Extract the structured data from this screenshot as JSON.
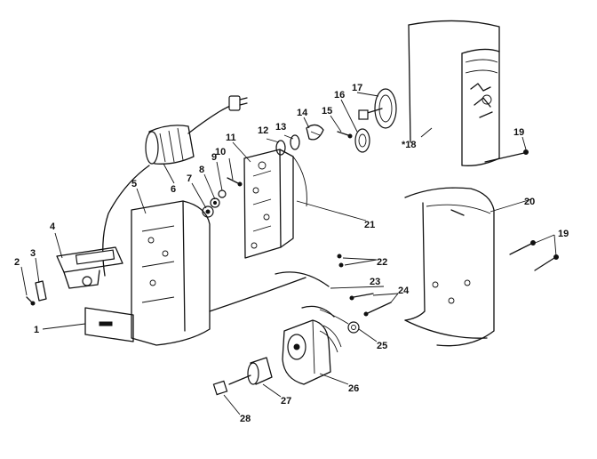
{
  "callouts": [
    {
      "id": "1",
      "text": "1"
    },
    {
      "id": "2",
      "text": "2"
    },
    {
      "id": "3",
      "text": "3"
    },
    {
      "id": "4",
      "text": "4"
    },
    {
      "id": "5",
      "text": "5"
    },
    {
      "id": "6",
      "text": "6"
    },
    {
      "id": "7",
      "text": "7"
    },
    {
      "id": "8",
      "text": "8"
    },
    {
      "id": "9",
      "text": "9"
    },
    {
      "id": "10",
      "text": "10"
    },
    {
      "id": "11",
      "text": "11"
    },
    {
      "id": "12",
      "text": "12"
    },
    {
      "id": "13",
      "text": "13"
    },
    {
      "id": "14",
      "text": "14"
    },
    {
      "id": "15",
      "text": "15"
    },
    {
      "id": "16",
      "text": "16"
    },
    {
      "id": "17",
      "text": "17"
    },
    {
      "id": "18",
      "text": "*18"
    },
    {
      "id": "19a",
      "text": "19"
    },
    {
      "id": "19b",
      "text": "19"
    },
    {
      "id": "20",
      "text": "20"
    },
    {
      "id": "21",
      "text": "21"
    },
    {
      "id": "22",
      "text": "22"
    },
    {
      "id": "23",
      "text": "23"
    },
    {
      "id": "24",
      "text": "24"
    },
    {
      "id": "25",
      "text": "25"
    },
    {
      "id": "26",
      "text": "26"
    },
    {
      "id": "27",
      "text": "27"
    },
    {
      "id": "28",
      "text": "28"
    }
  ]
}
